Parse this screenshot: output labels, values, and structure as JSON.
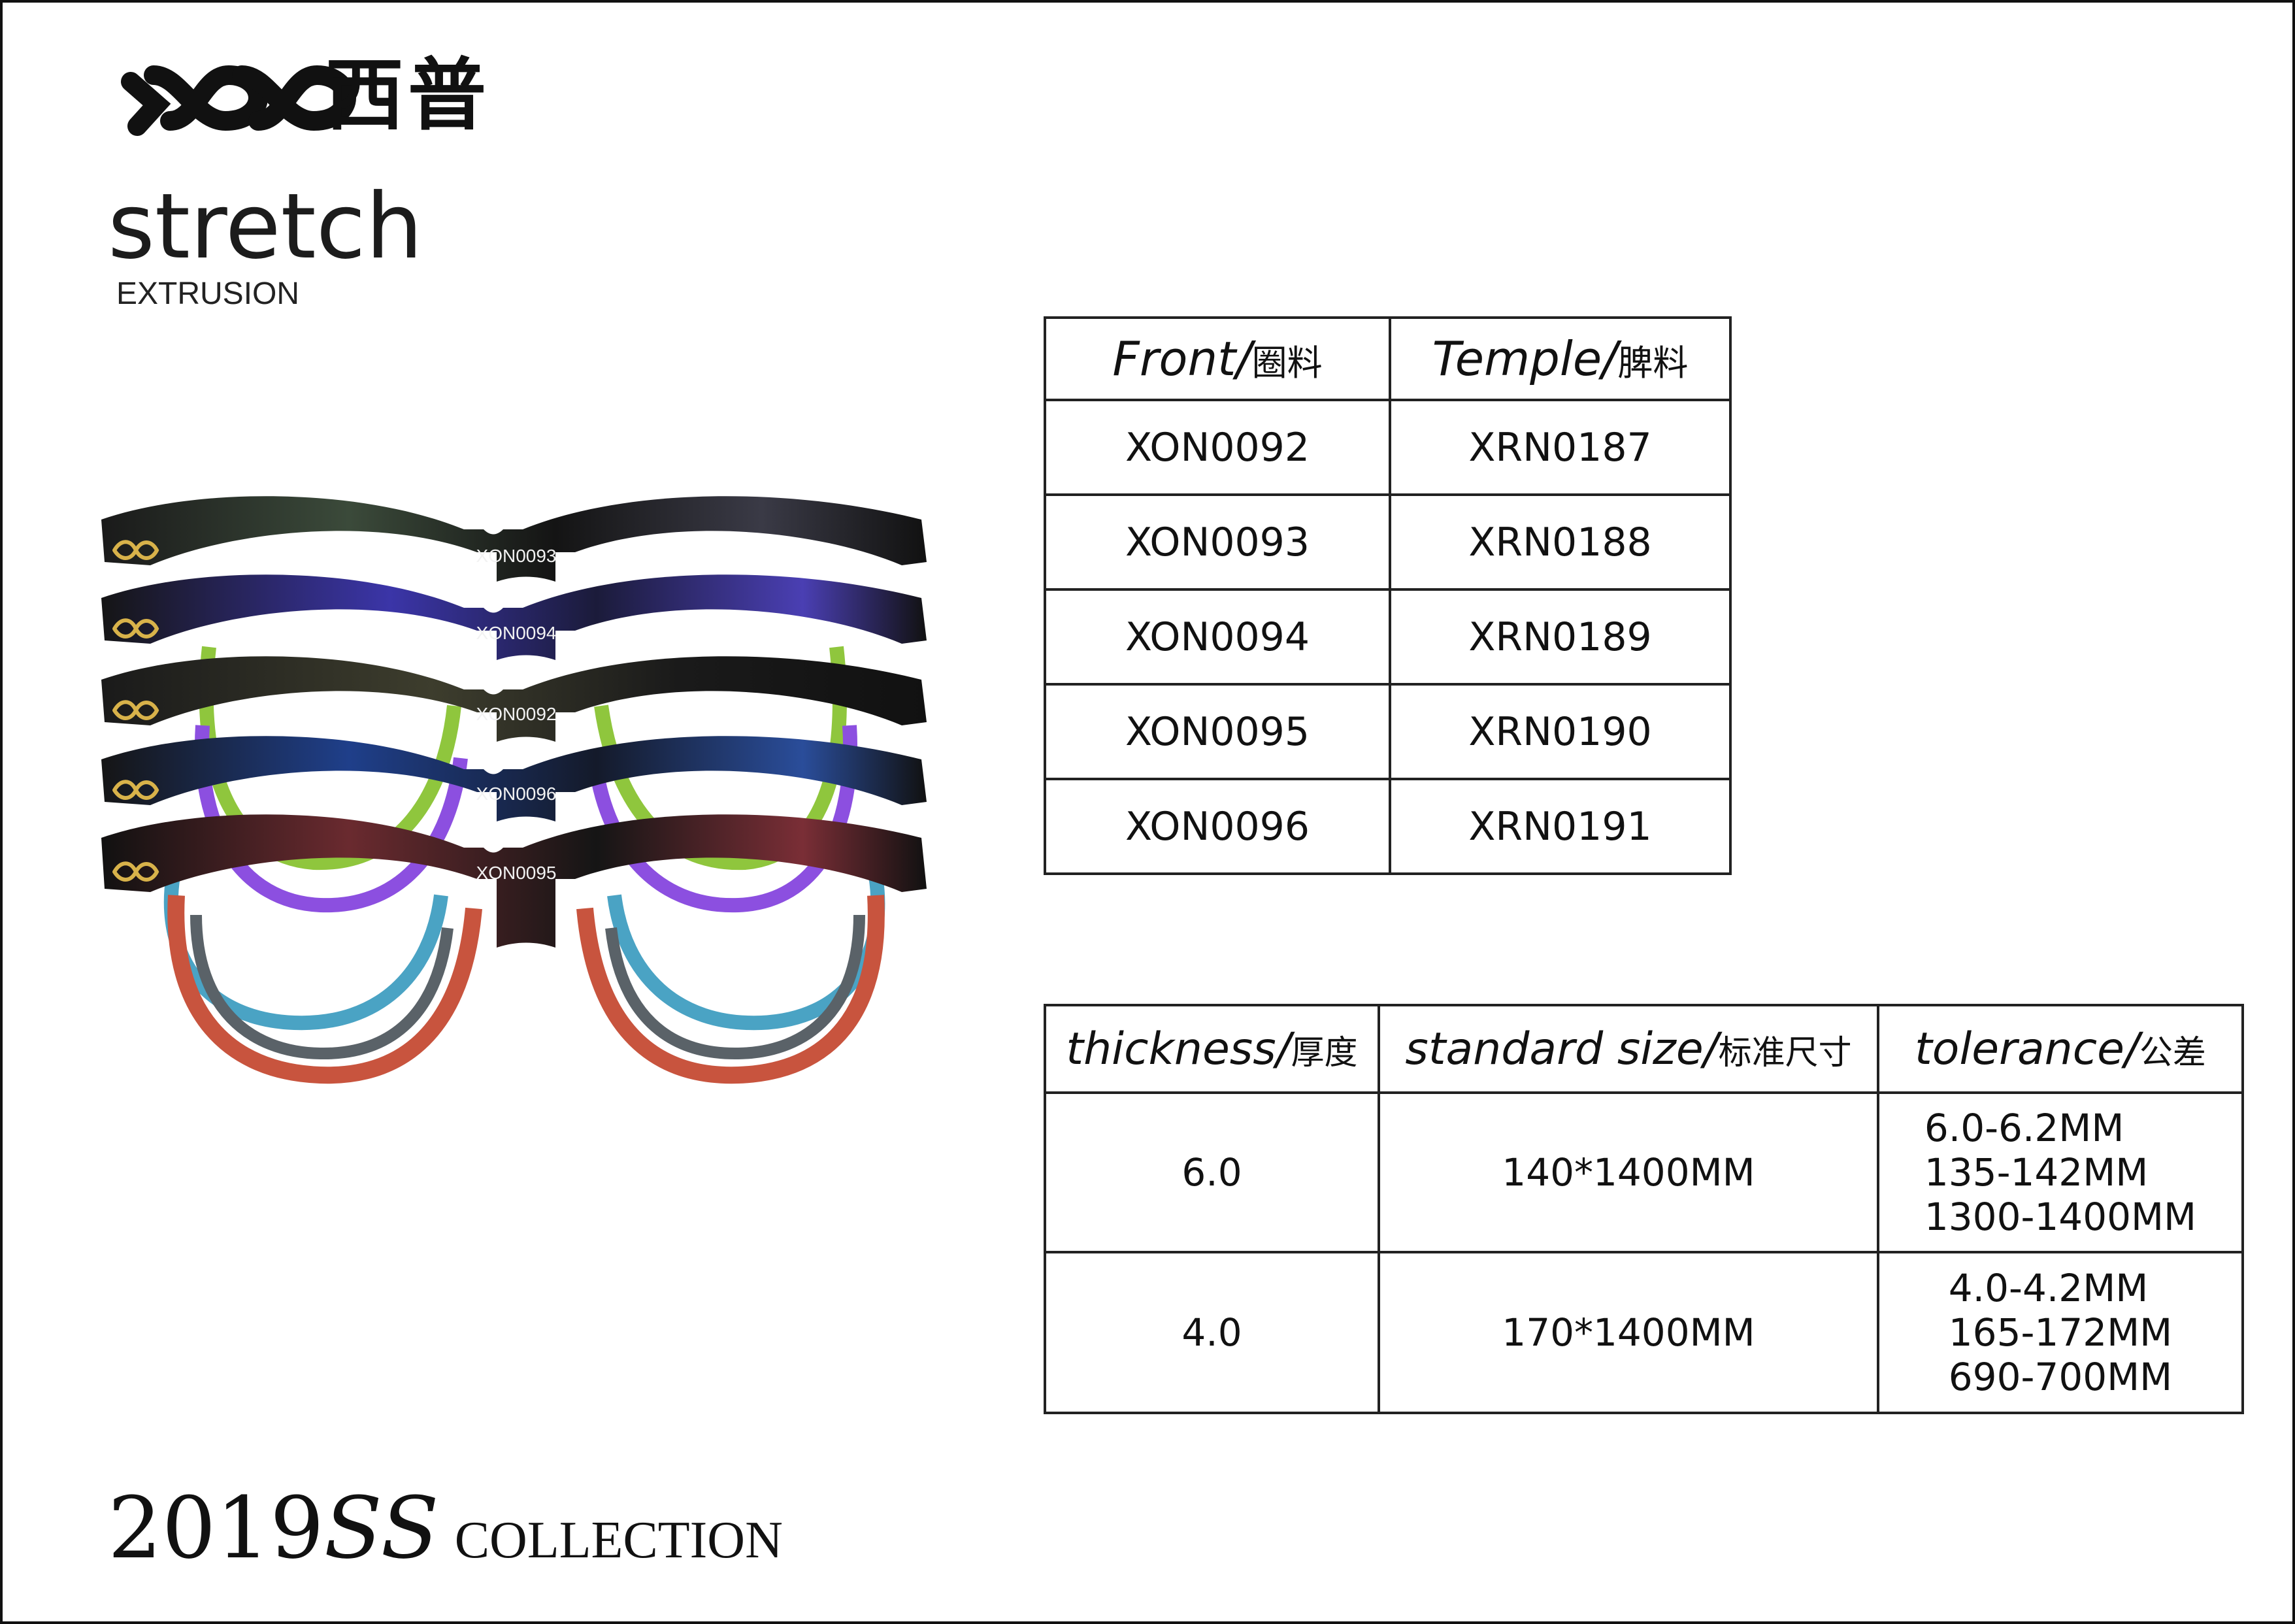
{
  "brand": {
    "name_cn": "西普"
  },
  "product": {
    "title": "stretch",
    "subtitle": "EXTRUSION"
  },
  "glasses_labels": [
    "XON0093",
    "XON0094",
    "XON0092",
    "XON0096",
    "XON0095"
  ],
  "materials_table": {
    "headers": [
      {
        "en": "Front/",
        "cn": "圈料"
      },
      {
        "en": "Temple/",
        "cn": "脾料"
      }
    ],
    "rows": [
      [
        "XON0092",
        "XRN0187"
      ],
      [
        "XON0093",
        "XRN0188"
      ],
      [
        "XON0094",
        "XRN0189"
      ],
      [
        "XON0095",
        "XRN0190"
      ],
      [
        "XON0096",
        "XRN0191"
      ]
    ]
  },
  "spec_table": {
    "headers": [
      {
        "en": "thickness/",
        "cn": "厚度"
      },
      {
        "en": "standard size/",
        "cn": "标准尺寸"
      },
      {
        "en": "tolerance/",
        "cn": "公差"
      }
    ],
    "rows": [
      {
        "thickness": "6.0",
        "size": "140*1400MM",
        "tolerance": [
          "6.0-6.2MM",
          "135-142MM",
          "1300-1400MM"
        ]
      },
      {
        "thickness": "4.0",
        "size": "170*1400MM",
        "tolerance": [
          "4.0-4.2MM",
          "165-172MM",
          "690-700MM"
        ]
      }
    ]
  },
  "footer": {
    "year": "2019",
    "season": "SS",
    "collection": "COLLECTION"
  }
}
